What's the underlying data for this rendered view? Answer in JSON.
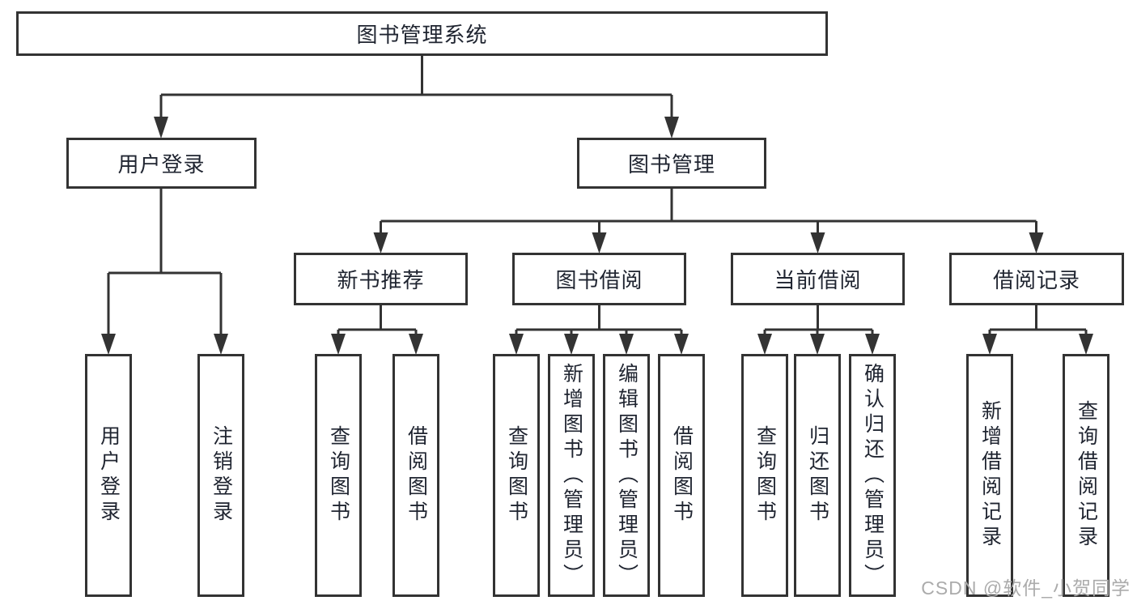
{
  "tree": {
    "root": {
      "label": "图书管理系统",
      "children": [
        {
          "label": "用户登录",
          "children": [
            {
              "label": "用户登录"
            },
            {
              "label": "注销登录"
            }
          ]
        },
        {
          "label": "图书管理",
          "children": [
            {
              "label": "新书推荐",
              "children": [
                {
                  "label": "查询图书"
                },
                {
                  "label": "借阅图书"
                }
              ]
            },
            {
              "label": "图书借阅",
              "children": [
                {
                  "label": "查询图书"
                },
                {
                  "label": "新增图书（管理员）"
                },
                {
                  "label": "编辑图书（管理员）"
                },
                {
                  "label": "借阅图书"
                }
              ]
            },
            {
              "label": "当前借阅",
              "children": [
                {
                  "label": "查询图书"
                },
                {
                  "label": "归还图书"
                },
                {
                  "label": "确认归还（管理员）"
                }
              ]
            },
            {
              "label": "借阅记录",
              "children": [
                {
                  "label": "新增借阅记录"
                },
                {
                  "label": "查询借阅记录"
                }
              ]
            }
          ]
        }
      ]
    }
  },
  "watermark": {
    "text": "CSDN @软件_小贺同学"
  },
  "colors": {
    "line_color": "#333333",
    "box_border_color": "#333333",
    "text_color": "#1f2430",
    "watermark_color": "#ababab",
    "background_color": "#ffffff"
  }
}
